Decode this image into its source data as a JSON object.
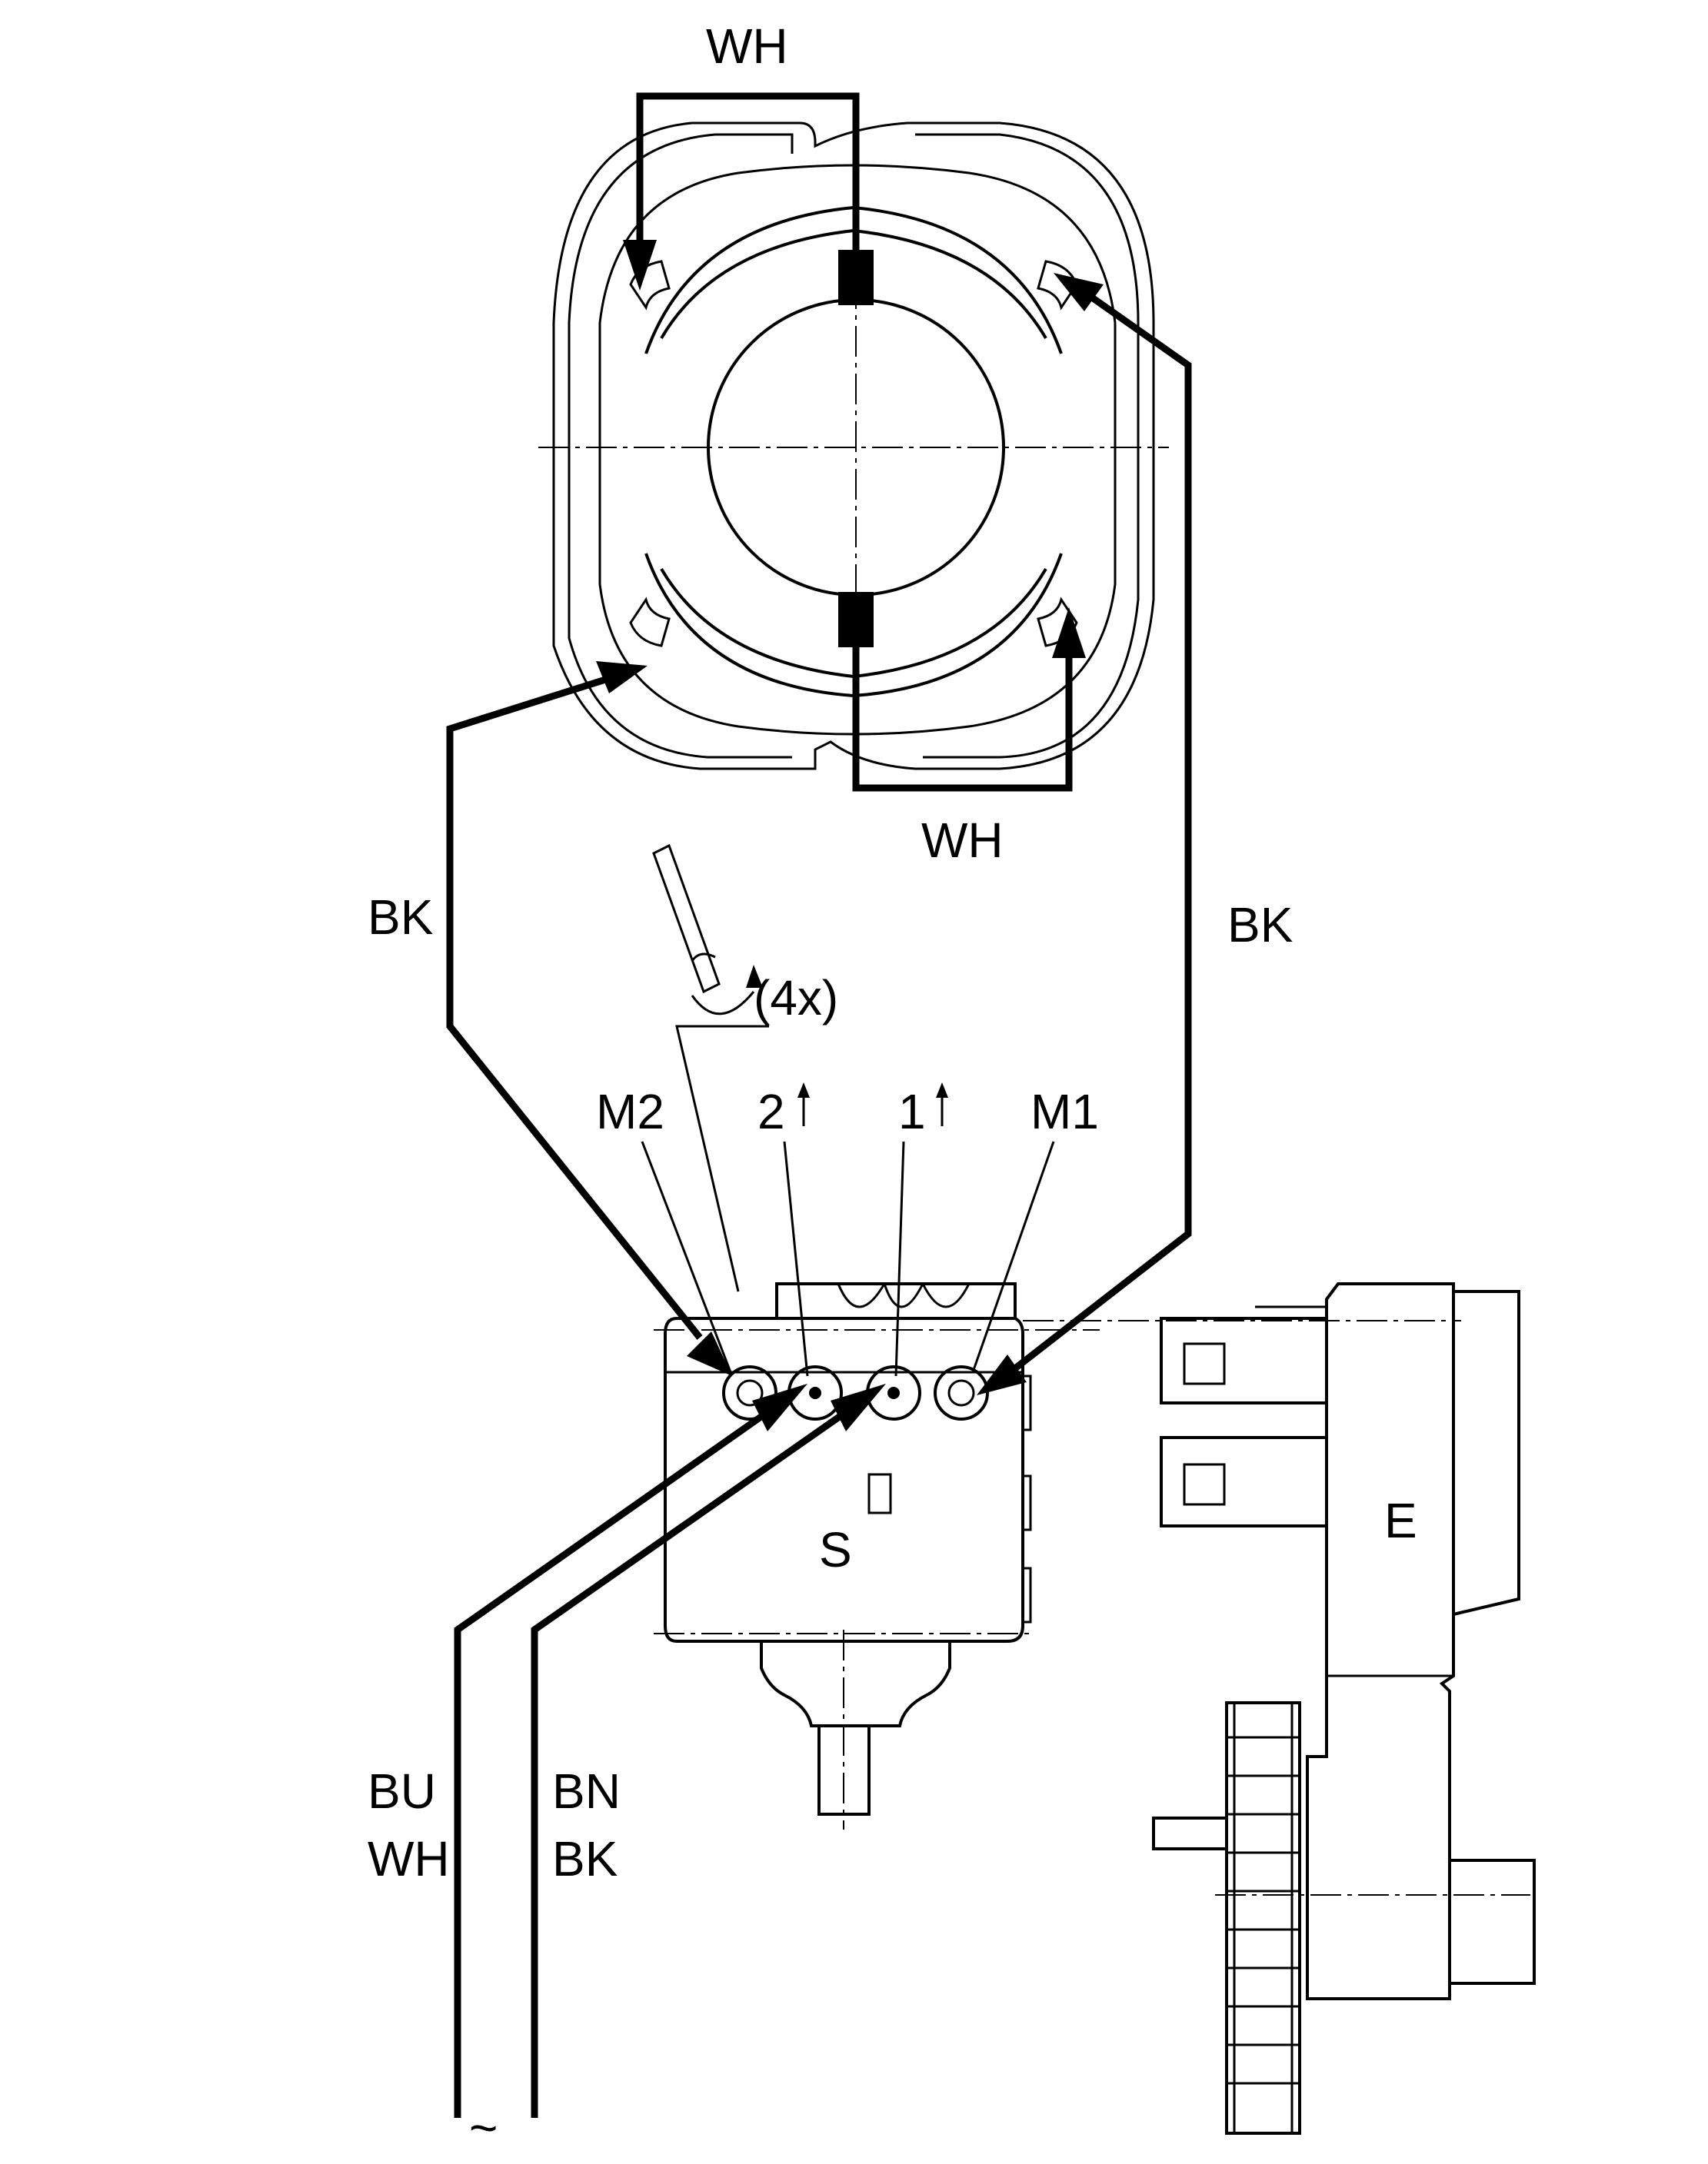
{
  "labels": {
    "wh_top": "WH",
    "wh_bottom": "WH",
    "bk_left": "BK",
    "bk_right": "BK",
    "repeat": "(4x)",
    "m2": "M2",
    "t2": "2",
    "t1": "1",
    "m1": "M1",
    "switch": "S",
    "housing": "E",
    "lead_left_1": "BU",
    "lead_left_2": "WH",
    "lead_right_1": "BN",
    "lead_right_2": "BK",
    "ac_symbol": "~"
  },
  "colors": {
    "line": "#000000",
    "background": "#ffffff"
  }
}
